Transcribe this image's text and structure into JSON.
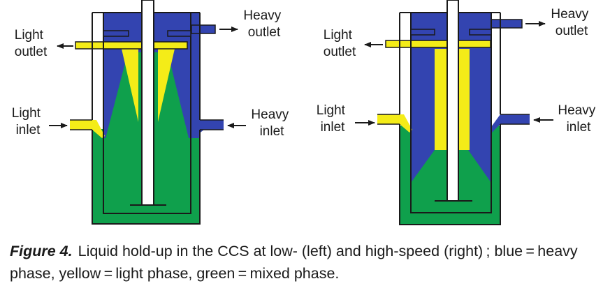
{
  "figure": {
    "left_panel": {
      "light_outlet": [
        "Light",
        "outlet"
      ],
      "light_inlet": [
        "Light",
        "inlet"
      ],
      "heavy_outlet": [
        "Heavy",
        "outlet"
      ],
      "heavy_inlet": [
        "Heavy",
        "inlet"
      ]
    },
    "right_panel": {
      "light_outlet": [
        "Light",
        "outlet"
      ],
      "light_inlet": [
        "Light",
        "inlet"
      ],
      "heavy_outlet": [
        "Heavy",
        "outlet"
      ],
      "heavy_inlet": [
        "Heavy",
        "inlet"
      ]
    }
  },
  "caption": {
    "label": "Figure 4.",
    "text": "Liquid hold-up in the CCS at low- (left) and high-speed (right) ; blue = heavy phase, yellow = light phase, green = mixed phase."
  },
  "colors": {
    "heavy_phase": "#3344b0",
    "light_phase": "#f4ec18",
    "mixed_phase": "#0fa04c",
    "outline": "#1a1a1a"
  }
}
